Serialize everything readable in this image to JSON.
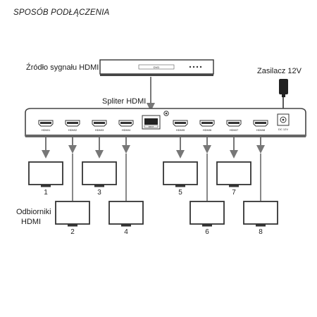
{
  "heading": "SPOSÓB PODŁĄCZENIA",
  "source": {
    "label": "Źródło sygnału HDMI",
    "device_text": "DVD"
  },
  "power": {
    "label": "Zasilacz 12V",
    "port_label": "DC 12V"
  },
  "splitter": {
    "label": "Spliter HDMI",
    "ports": [
      "HDMI1",
      "HDMI2",
      "HDMI3",
      "HDMI4",
      "HDMI5",
      "HDMI6",
      "HDMI7",
      "HDMI8"
    ],
    "input_label": "INPUT"
  },
  "receivers": {
    "label_line1": "Odbiorniki",
    "label_line2": "HDMI"
  },
  "monitors": [
    "1",
    "2",
    "3",
    "4",
    "5",
    "6",
    "7",
    "8"
  ]
}
